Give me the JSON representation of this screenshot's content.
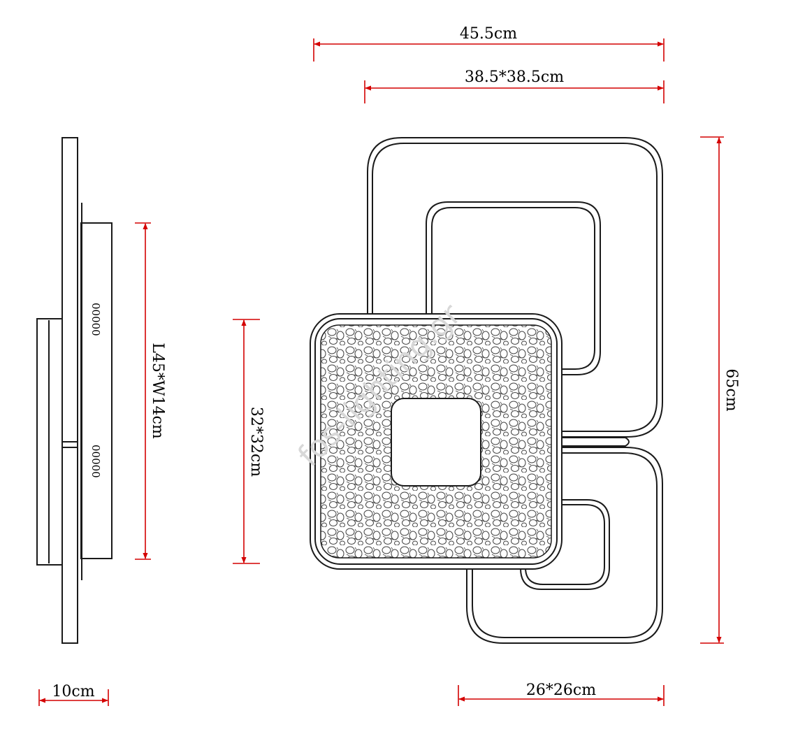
{
  "labels": {
    "overall_width": "45.5cm",
    "upper_frame": "38.5*38.5cm",
    "height": "65cm",
    "side_length": "L45*W14cm",
    "crystal_panel": "32*32cm",
    "depth": "10cm",
    "lower_frame": "26*26cm",
    "led_marks": "00000",
    "watermark": "fos-lighting.gr"
  },
  "colors": {
    "dimension": "#d40000",
    "outline": "#1a1a1a",
    "crystal": "#444444",
    "watermark": "#d8d8d8"
  }
}
